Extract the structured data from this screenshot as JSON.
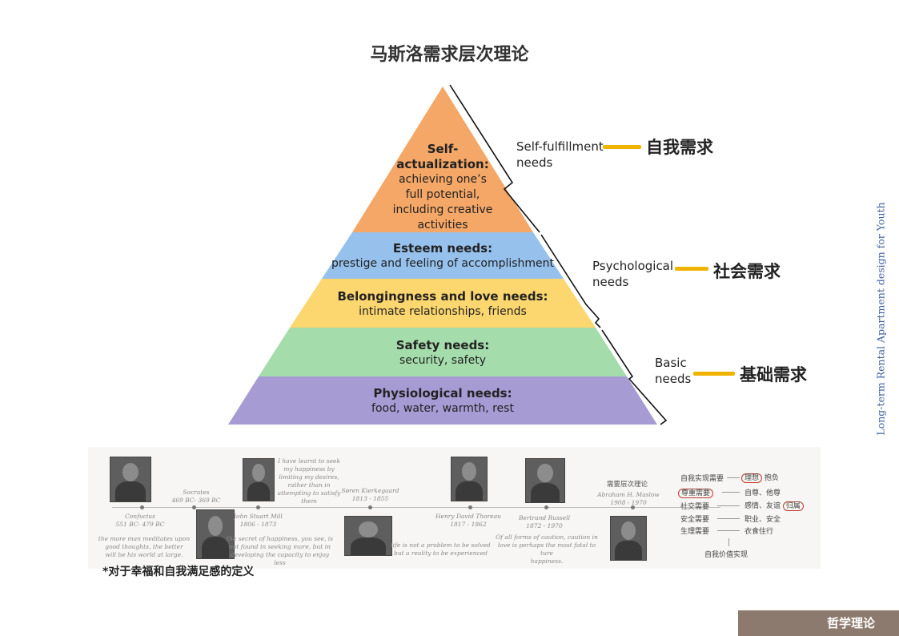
{
  "page": {
    "title": "马斯洛需求层次理论",
    "side_title": "Long-term Rental Apartment design for Youth",
    "footnote": "*对于幸福和自我满足感的定义",
    "corner_tab": "哲学理论"
  },
  "pyramid": {
    "levels": [
      {
        "title": "Self-",
        "title2": "actualization:",
        "lines": [
          "achieving one’s",
          "full potential,",
          "including creative",
          "activities"
        ],
        "color": "#f4a766"
      },
      {
        "title": "Esteem needs:",
        "lines": [
          "prestige and feeling of accomplishment"
        ],
        "color": "#96c1ec"
      },
      {
        "title": "Belongingness and love needs:",
        "lines": [
          "intimate relationships, friends"
        ],
        "color": "#fcd66e"
      },
      {
        "title": "Safety needs:",
        "lines": [
          "security, safety"
        ],
        "color": "#a5dcab"
      },
      {
        "title": "Physiological needs:",
        "lines": [
          "food, water, warmth, rest"
        ],
        "color": "#a79bd3"
      }
    ],
    "groups": [
      {
        "label1": "Self-fulfillment",
        "label2": "needs",
        "cn": "自我需求"
      },
      {
        "label1": "Psychological",
        "label2": "needs",
        "cn": "社会需求"
      },
      {
        "label1": "Basic",
        "label2": "needs",
        "cn": "基础需求"
      }
    ]
  },
  "timeline": {
    "people": [
      {
        "name": "Confucius",
        "years": "551 BC- 479 BC",
        "quote": [
          "the more man meditates upon",
          "good thoughts, the better",
          "will be his world at large."
        ]
      },
      {
        "name": "Socrates",
        "years": "469 BC- 369 BC",
        "quote": [
          "the secret of happiness, you see, is",
          "not found in seeking more, but in",
          "developing the capacity to enjoy less"
        ]
      },
      {
        "name": "John Stuart Mill",
        "years": "1806 - 1873",
        "quote": [
          "I have learnt to seek",
          "my happiness by",
          "limiting my desires,",
          "rather than in",
          "attempting to satisfy",
          "them"
        ]
      },
      {
        "name": "Søren Kierkegaard",
        "years": "1813 - 1855",
        "quote": [
          "life is not a problem to be solved",
          "but a reality to be experienced"
        ]
      },
      {
        "name": "Henry David Thoreau",
        "years": "1817 - 1862",
        "quote": []
      },
      {
        "name": "Bertrand Russell",
        "years": "1872 - 1970",
        "quote": [
          "Of all forms of caution, caution in",
          "love is perhaps the most fatal to ture",
          "happiness."
        ]
      },
      {
        "name": "Abraham H. Maslow",
        "years": "1908 - 1970",
        "heading": "需要层次理论",
        "quote": []
      }
    ],
    "needs": [
      {
        "name": "自我实现需要",
        "value": "理想",
        "value2": "抱负"
      },
      {
        "name": "尊重需要",
        "value": "自尊、他尊",
        "value2": ""
      },
      {
        "name": "社交需要",
        "value": "感情、友谊",
        "value2": "归属"
      },
      {
        "name": "安全需要",
        "value": "职业、安全",
        "value2": ""
      },
      {
        "name": "生理需要",
        "value": "衣食住行",
        "value2": ""
      }
    ],
    "needs_footer": "自我价值实现"
  },
  "colors": {
    "accent_bar": "#f0b400",
    "tab": "#8c7a6e",
    "side_title": "#3a5f9e"
  }
}
